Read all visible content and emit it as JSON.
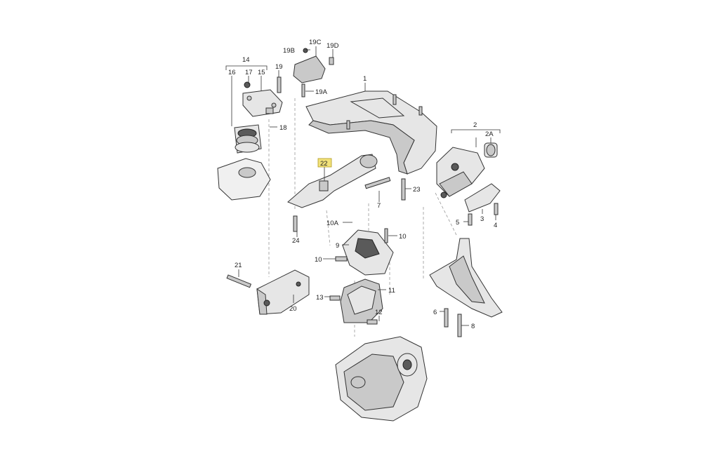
{
  "callouts": {
    "c1": "1",
    "c2": "2",
    "c2A": "2A",
    "c3": "3",
    "c4": "4",
    "c5": "5",
    "c6": "6",
    "c7": "7",
    "c8": "8",
    "c9": "9",
    "c10": "10",
    "c10b": "10",
    "c10A": "10A",
    "c11": "11",
    "c12": "12",
    "c13": "13",
    "c14": "14",
    "c15": "15",
    "c16": "16",
    "c17": "17",
    "c18": "18",
    "c19": "19",
    "c19A": "19A",
    "c19B": "19B",
    "c19C": "19C",
    "c19D": "19D",
    "c20": "20",
    "c21": "21",
    "c22": "22",
    "c23": "23",
    "c24": "24"
  },
  "colors": {
    "highlight": "#f2e27a",
    "line": "#333333",
    "part_fill": "#e6e6e6"
  }
}
